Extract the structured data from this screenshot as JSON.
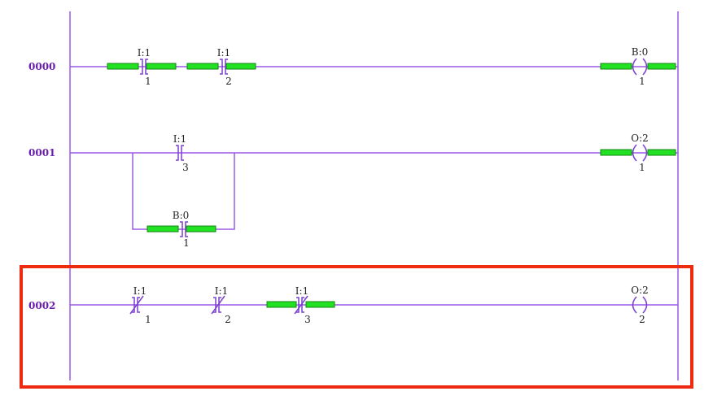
{
  "colors": {
    "rail": "#9b59e6",
    "energized": "#22e022",
    "rung_number": "#6a1fb0",
    "highlight": "#ee2a10"
  },
  "rungs": [
    {
      "number": "0000",
      "energized": true,
      "elements": [
        {
          "kind": "contact-no",
          "address": "I:1",
          "bit": "1",
          "energized": true
        },
        {
          "kind": "contact-no",
          "address": "I:1",
          "bit": "2",
          "energized": true
        },
        {
          "kind": "coil",
          "address": "B:0",
          "bit": "1",
          "energized": true
        }
      ]
    },
    {
      "number": "0001",
      "energized": true,
      "elements": [
        {
          "kind": "contact-no",
          "address": "I:1",
          "bit": "3",
          "energized": false
        },
        {
          "kind": "coil",
          "address": "O:2",
          "bit": "1",
          "energized": true
        }
      ],
      "branch": [
        {
          "kind": "contact-no",
          "address": "B:0",
          "bit": "1",
          "energized": true
        }
      ]
    },
    {
      "number": "0002",
      "energized": false,
      "highlighted": true,
      "elements": [
        {
          "kind": "contact-nc",
          "address": "I:1",
          "bit": "1",
          "energized": false
        },
        {
          "kind": "contact-nc",
          "address": "I:1",
          "bit": "2",
          "energized": false
        },
        {
          "kind": "contact-nc",
          "address": "I:1",
          "bit": "3",
          "energized": true
        },
        {
          "kind": "coil",
          "address": "O:2",
          "bit": "2",
          "energized": false
        }
      ]
    }
  ]
}
